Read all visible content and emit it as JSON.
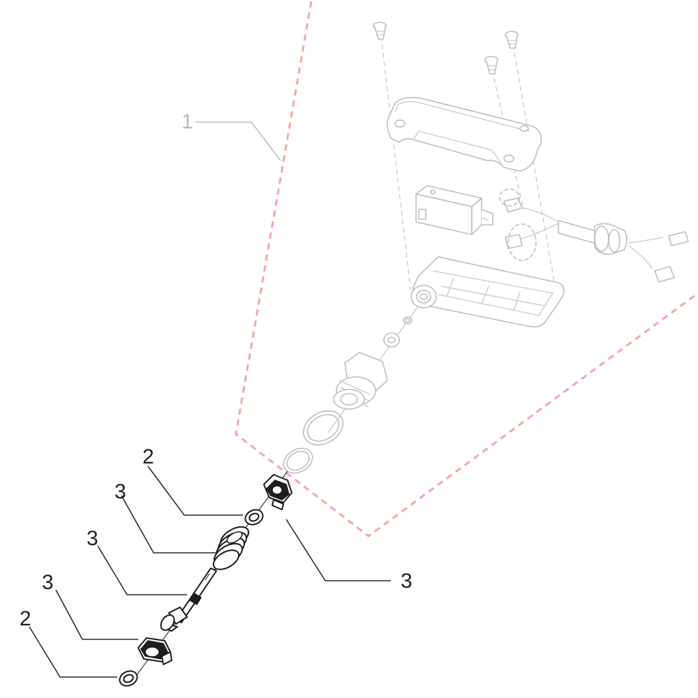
{
  "diagram": {
    "callouts": {
      "assembly_item": "1",
      "washer_upper": "2",
      "spring": "3",
      "valve_stem": "3",
      "lower_nut": "3",
      "washer_lower": "2",
      "upper_nut": "3"
    },
    "colors": {
      "boundary": "#f4a7a3",
      "highlighted_parts": "#1a1a1a",
      "ghosted_parts": "#bdbdbd"
    }
  }
}
